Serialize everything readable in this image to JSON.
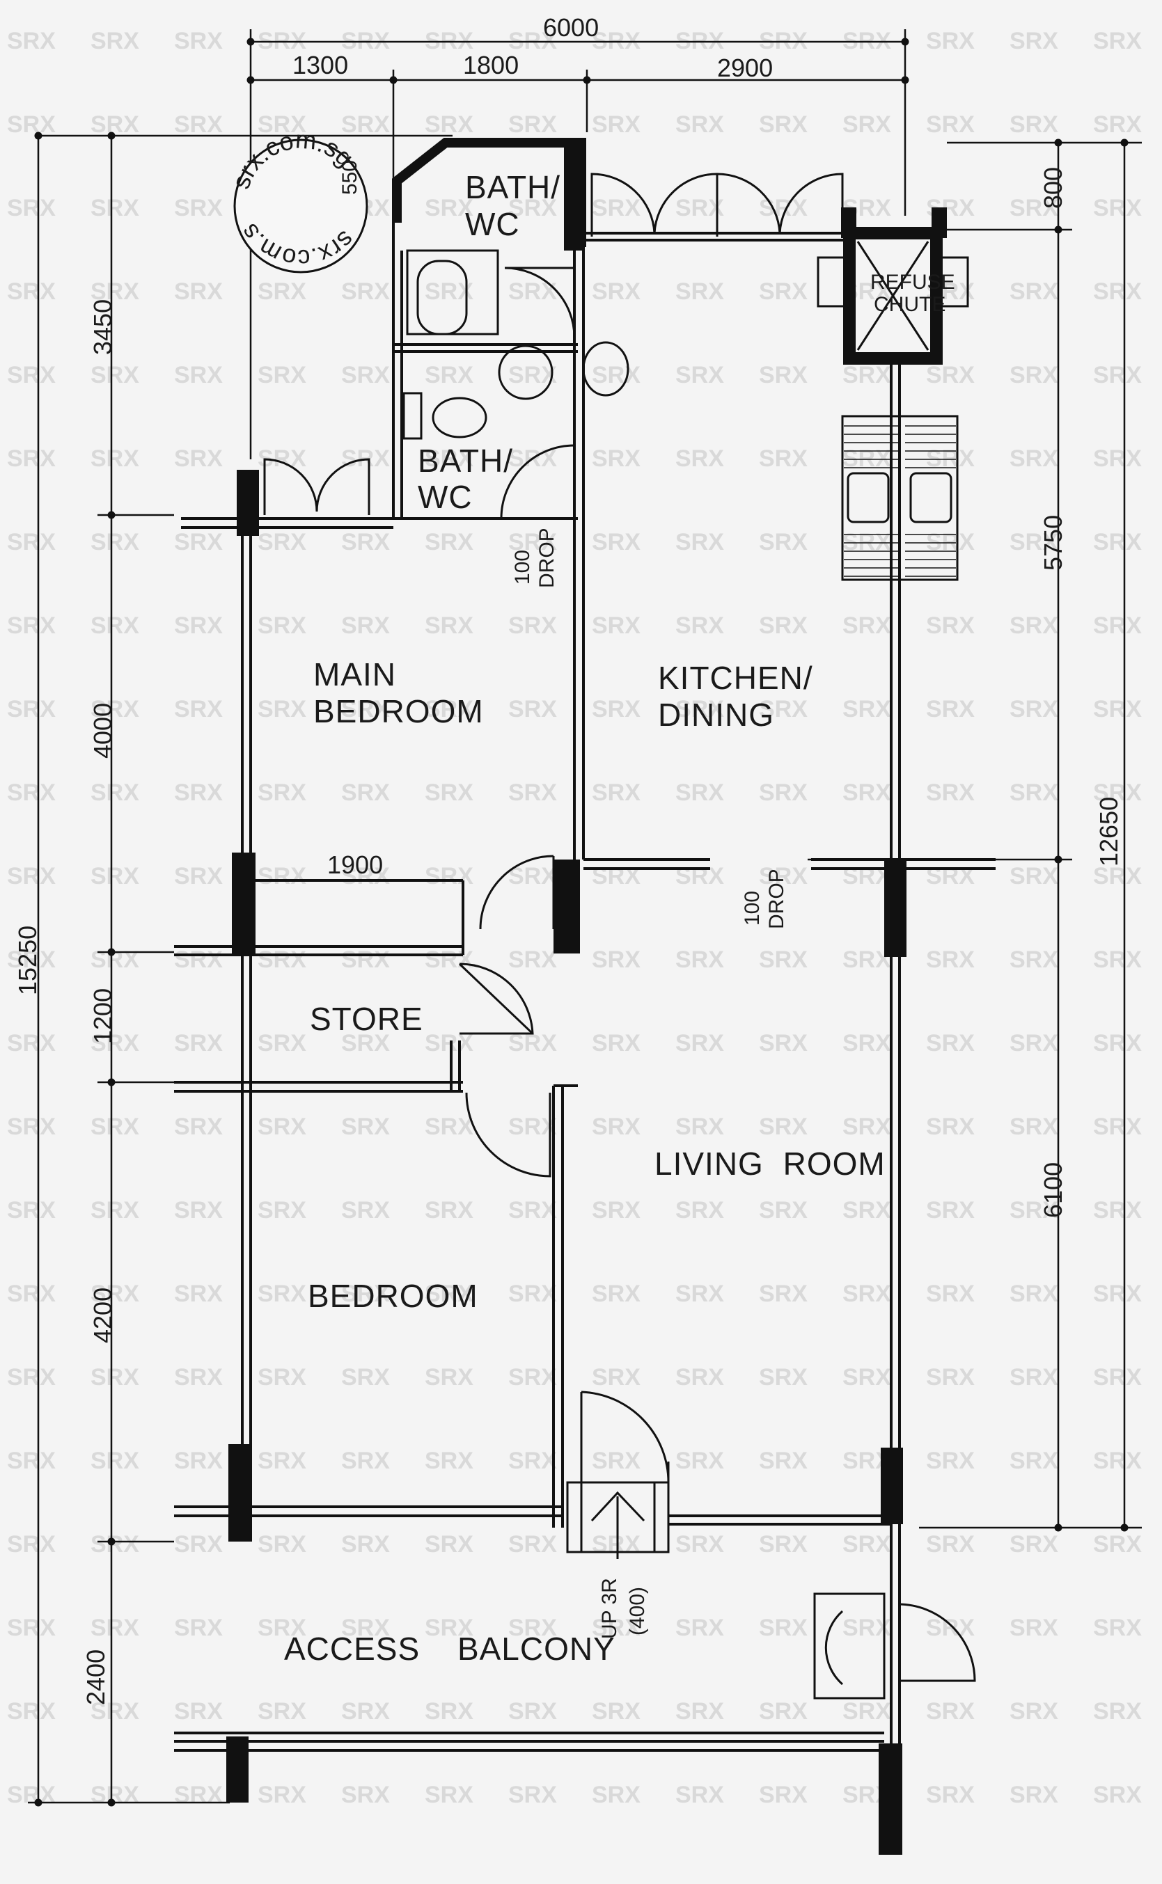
{
  "rooms": {
    "bath_wc_upper_line1": "BATH/",
    "bath_wc_upper_line2": "WC",
    "bath_wc_lower_line1": "BATH/",
    "bath_wc_lower_line2": "WC",
    "refuse_chute_line1": "REFUSE",
    "refuse_chute_line2": "CHUTE",
    "main_bedroom_line1": "MAIN",
    "main_bedroom_line2": "BEDROOM",
    "kitchen_dining_line1": "KITCHEN/",
    "kitchen_dining_line2": "DINING",
    "store": "STORE",
    "living_room": "LIVING ROOM",
    "bedroom": "BEDROOM",
    "access_balcony": "ACCESS BALCONY"
  },
  "dimensions": {
    "top_total": "6000",
    "top_1": "1300",
    "top_2": "1800",
    "top_3": "2900",
    "top_small": "550",
    "right_refuse": "800",
    "right_kitchen": "5750",
    "right_living": "6100",
    "right_total": "12650",
    "left_bath": "3450",
    "left_main_bedroom": "4000",
    "left_store": "1200",
    "left_bedroom": "4200",
    "left_balcony": "2400",
    "left_total": "15250",
    "store_width": "1900"
  },
  "annotations": {
    "drop_bath_num": "100",
    "drop_bath_word": "DROP",
    "drop_kitchen_num": "100",
    "drop_kitchen_word": "DROP",
    "entry_steps_line1": "UP 3R",
    "entry_steps_line2": "(400)"
  },
  "watermark": {
    "brand": "SRX",
    "domain": "srx.com.sg"
  },
  "colors": {
    "background": "#f4f4f4",
    "ink": "#111111",
    "watermark": "#d9d9d9"
  }
}
